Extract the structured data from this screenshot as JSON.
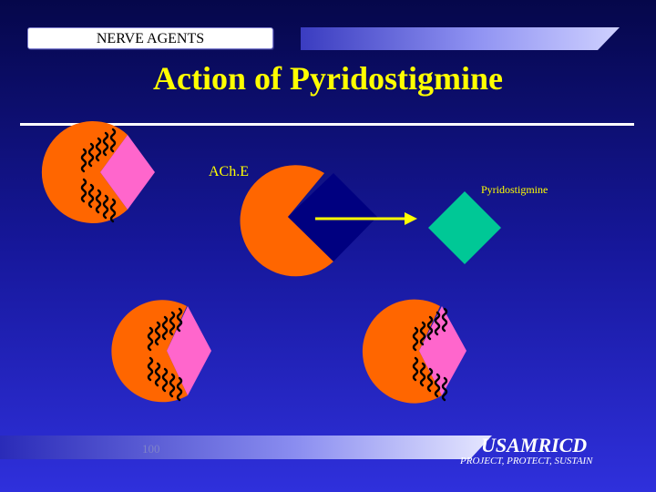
{
  "header": {
    "section_label": "NERVE AGENTS"
  },
  "slide": {
    "title": "Action of Pyridostigmine"
  },
  "diagram": {
    "enzyme_label": "ACh.E",
    "drug_label": "Pyridostigmine",
    "colors": {
      "enzyme": "#ff6600",
      "drug_bound": "#000080",
      "drug_free": "#00c896",
      "agent": "#ff66cc",
      "arrow": "#ffff00"
    }
  },
  "footer": {
    "page_number": "100",
    "organization": "USAMRICD",
    "motto": "PROJECT, PROTECT, SUSTAIN"
  }
}
